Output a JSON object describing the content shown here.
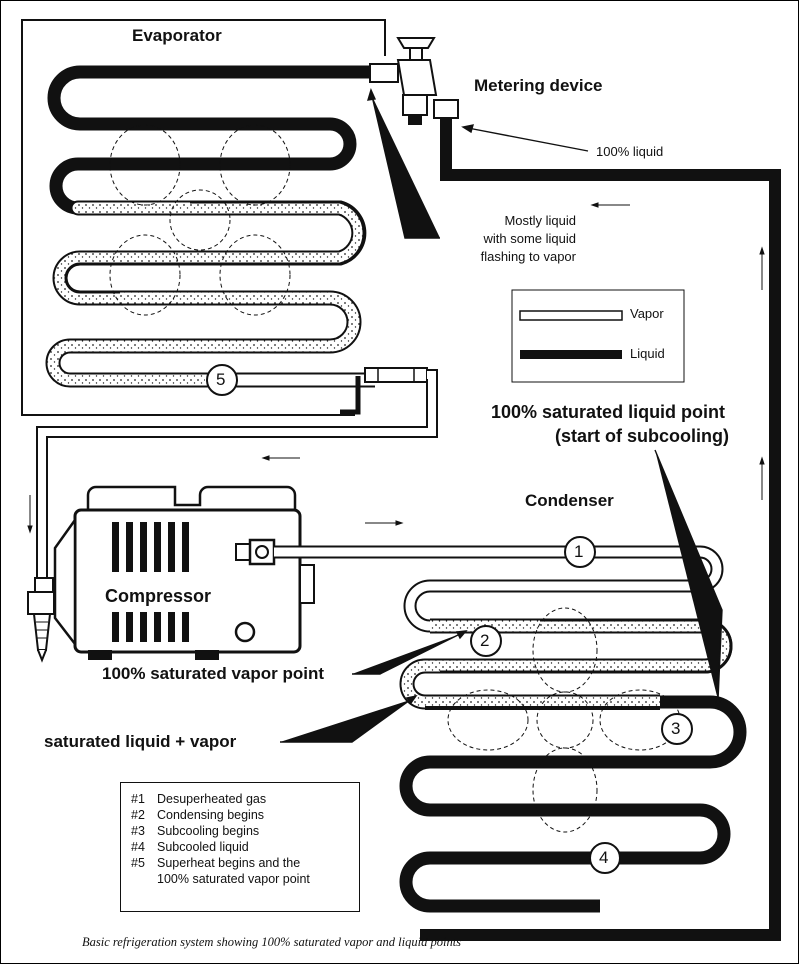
{
  "labels": {
    "evaporator": "Evaporator",
    "metering_device": "Metering device",
    "liquid_100": "100% liquid",
    "mostly_liquid_1": "Mostly liquid",
    "mostly_liquid_2": "with some liquid",
    "mostly_liquid_3": "flashing to vapor",
    "sat_liquid_point_1": "100% saturated liquid point",
    "sat_liquid_point_2": "(start of subcooling)",
    "condenser": "Condenser",
    "compressor": "Compressor",
    "sat_vapor_point": "100% saturated vapor point",
    "sat_liquid_vapor": "saturated liquid + vapor"
  },
  "legend": {
    "vapor": "Vapor",
    "liquid": "Liquid"
  },
  "points": {
    "p1": "1",
    "p2": "2",
    "p3": "3",
    "p4": "4",
    "p5": "5"
  },
  "key": [
    {
      "num": "#1",
      "text": "Desuperheated gas"
    },
    {
      "num": "#2",
      "text": "Condensing begins"
    },
    {
      "num": "#3",
      "text": "Subcooling begins"
    },
    {
      "num": "#4",
      "text": "Subcooled liquid"
    },
    {
      "num": "#5",
      "text": "Superheat begins and the"
    },
    {
      "num": "",
      "text": "100% saturated vapor point"
    }
  ],
  "caption": "Basic refrigeration system showing 100% saturated vapor and liquid points"
}
